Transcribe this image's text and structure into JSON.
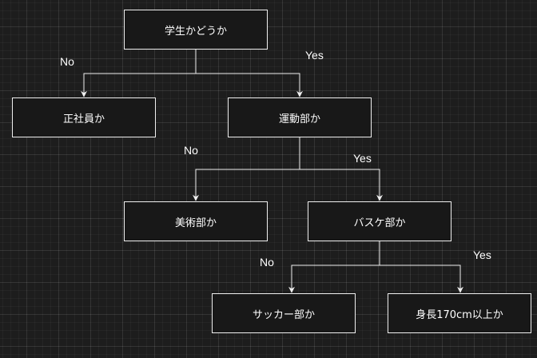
{
  "nodes": {
    "student": "学生かどうか",
    "employee": "正社員か",
    "athletic_club": "運動部か",
    "art_club": "美術部か",
    "basketball_club": "バスケ部か",
    "soccer_club": "サッカー部か",
    "height": "身長170cm以上か"
  },
  "edges": {
    "student_no": "No",
    "student_yes": "Yes",
    "athletic_no": "No",
    "athletic_yes": "Yes",
    "basketball_no": "No",
    "basketball_yes": "Yes"
  },
  "colors": {
    "background": "#1d1d1d",
    "node_fill": "#181818",
    "stroke": "#f0f0f0"
  }
}
